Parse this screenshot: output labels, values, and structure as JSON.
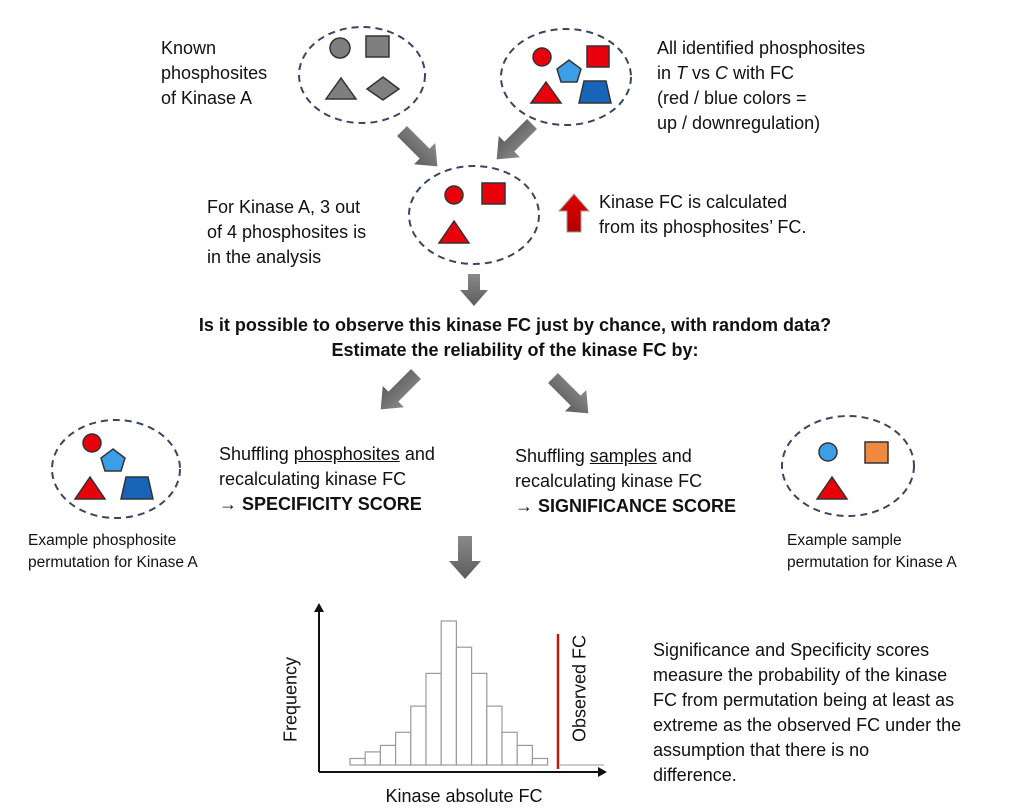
{
  "known": {
    "line1": "Known",
    "line2": "phosphosites",
    "line3": "of Kinase A"
  },
  "identified": {
    "line1": "All identified phosphosites",
    "line2_pre": "in ",
    "line2_t": "T",
    "line2_vs": " vs ",
    "line2_c": "C",
    "line2_post": " with FC",
    "line3": "(red / blue colors =",
    "line4": "up / downregulation)"
  },
  "analysis": {
    "line1": "For Kinase A, 3 out",
    "line2": "of 4 phosphosites is",
    "line3": "in the analysis"
  },
  "kinase_fc": {
    "line1": "Kinase FC is calculated",
    "line2": "from its phosphosites’ FC."
  },
  "question": {
    "line1": "Is it possible to observe this kinase FC just by chance, with random data?",
    "line2": "Estimate the reliability of the kinase FC by:"
  },
  "specificity": {
    "pre": "Shuffling ",
    "underlined": "phosphosites",
    "post": " and",
    "line2": "recalculating kinase FC",
    "score": "→ SPECIFICITY SCORE"
  },
  "significance": {
    "pre": "Shuffling ",
    "underlined": "samples",
    "post": " and",
    "line2": "recalculating kinase FC",
    "score": "→ SIGNIFICANCE SCORE"
  },
  "example_phospho": {
    "line1": "Example phosphosite",
    "line2": "permutation for Kinase A"
  },
  "example_sample": {
    "line1": "Example sample",
    "line2": "permutation for Kinase A"
  },
  "histogram": {
    "ylabel": "Frequency",
    "xlabel": "Kinase absolute FC",
    "observed_label": "Observed FC",
    "bin_counts": [
      1,
      2,
      3,
      5,
      9,
      14,
      22,
      18,
      14,
      9,
      5,
      3,
      1
    ],
    "observed_color": "#b11e10"
  },
  "explanation": {
    "line1": "Significance and Specificity scores",
    "line2": "measure the probability of the kinase",
    "line3": "FC from permutation being at least as",
    "line4": "extreme as the observed FC under the",
    "line5": "assumption that there is no",
    "line6": "difference."
  },
  "colors": {
    "red": "#e8000b",
    "blue_light": "#3d9ee8",
    "blue_dark": "#1665b8",
    "orange": "#f0883e",
    "grey": "#7f7f7f",
    "arrow": "#6e6e6e",
    "ellipse_border": "#3a4660"
  }
}
